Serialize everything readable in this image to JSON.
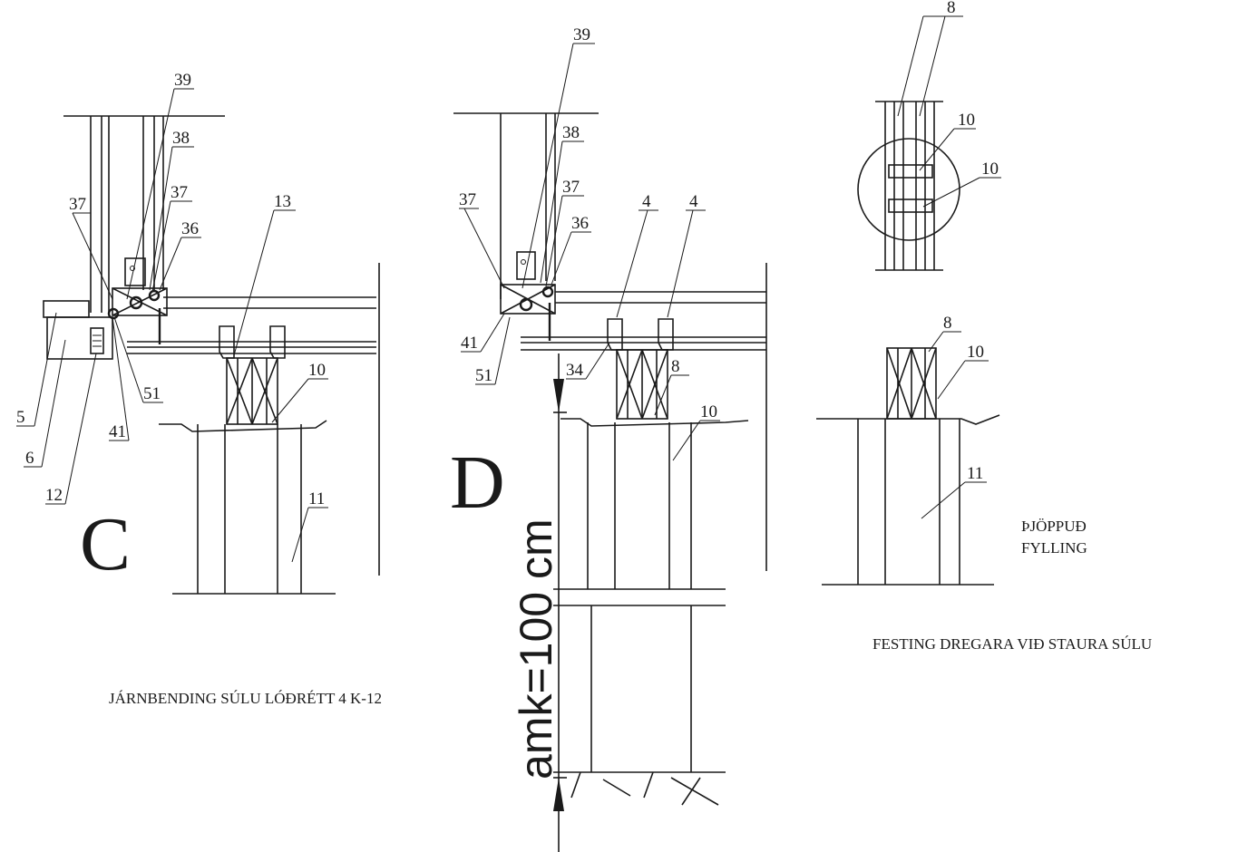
{
  "detail_c": {
    "letter": "C",
    "labels": [
      "39",
      "38",
      "37",
      "37",
      "36",
      "13",
      "10",
      "51",
      "41",
      "5",
      "6",
      "12",
      "11"
    ],
    "caption": "JÁRNBENDING SÚLU LÓÐRÉTT 4 K-12"
  },
  "detail_d": {
    "letter": "D",
    "labels": [
      "39",
      "38",
      "37",
      "37",
      "36",
      "4",
      "4",
      "41",
      "51",
      "34",
      "8",
      "10"
    ],
    "dimension": "amk=100 cm"
  },
  "detail_right": {
    "labels": [
      "8",
      "10",
      "10",
      "8",
      "10",
      "11"
    ],
    "fill_note_line1": "ÞJÖPPUÐ",
    "fill_note_line2": "FYLLING",
    "caption": "FESTING DREGARA VIÐ STAURA SÚLU"
  }
}
